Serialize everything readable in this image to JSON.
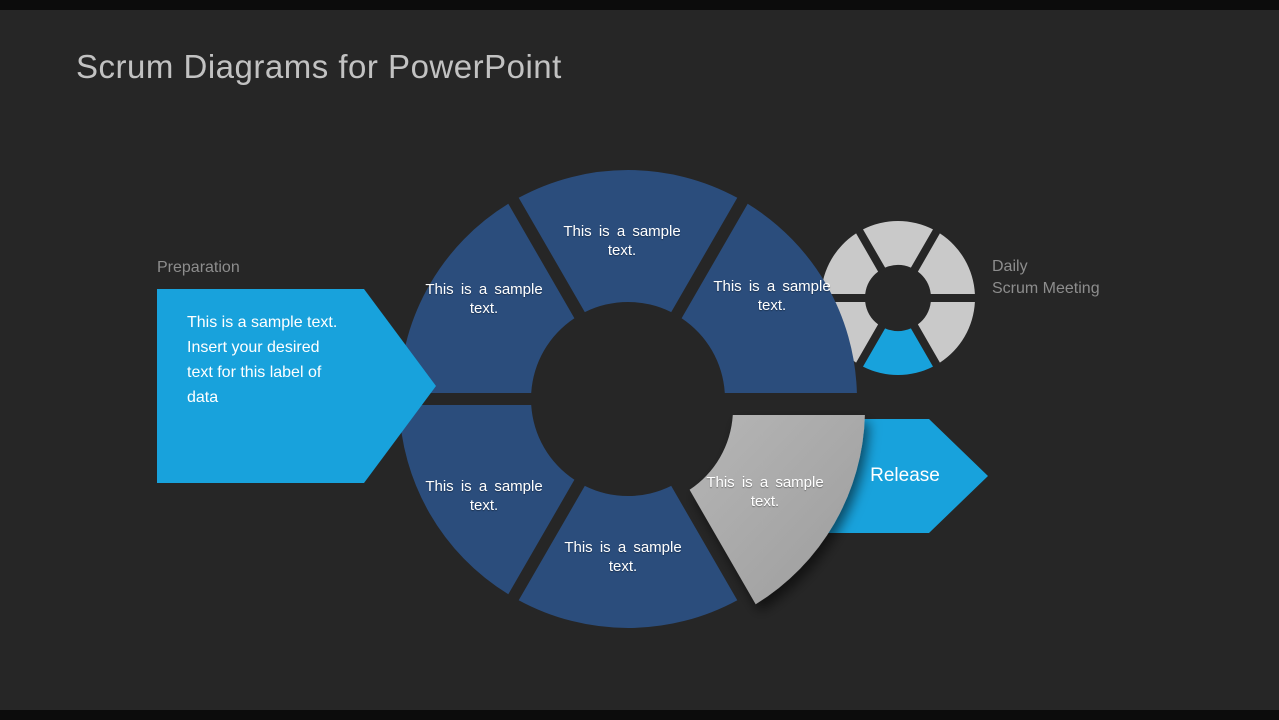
{
  "slide": {
    "title": "Scrum Diagrams for PowerPoint",
    "colors": {
      "background": "#262626",
      "letterbox_bar": "#0c0c0c",
      "accent_blue": "#18a2dc",
      "navy_segment": "#2b4d7c",
      "mini_gray_segment": "#c9c9c9",
      "popped_gray_segment": "#a8a8a8",
      "title_text": "#c2c2c2",
      "caption_text": "#8d8d8d",
      "segment_text": "#ffffff"
    }
  },
  "preparation": {
    "caption": "Preparation",
    "body": "This is a sample text. Insert your desired text for this label of data"
  },
  "release": {
    "label": "Release"
  },
  "daily_scrum": {
    "caption_line1": "Daily",
    "caption_line2": "Scrum Meeting"
  },
  "main_cycle": {
    "segments": [
      {
        "id": "top-center",
        "text": "This is a sample text.",
        "state": "default"
      },
      {
        "id": "top-left",
        "text": "This is a sample text.",
        "state": "default"
      },
      {
        "id": "top-right",
        "text": "This is a sample text.",
        "state": "default"
      },
      {
        "id": "bottom-left",
        "text": "This is a sample text.",
        "state": "default"
      },
      {
        "id": "bottom-center",
        "text": "This is a sample text.",
        "state": "default"
      },
      {
        "id": "bottom-right",
        "text": "This is a sample text.",
        "state": "highlighted-gray"
      }
    ]
  },
  "mini_cycle": {
    "segments": [
      {
        "id": "top-center",
        "state": "gray"
      },
      {
        "id": "top-right",
        "state": "gray"
      },
      {
        "id": "right-bottom",
        "state": "gray"
      },
      {
        "id": "bottom-center",
        "state": "highlight-blue"
      },
      {
        "id": "bottom-left",
        "state": "gray"
      },
      {
        "id": "top-left",
        "state": "gray"
      }
    ]
  }
}
